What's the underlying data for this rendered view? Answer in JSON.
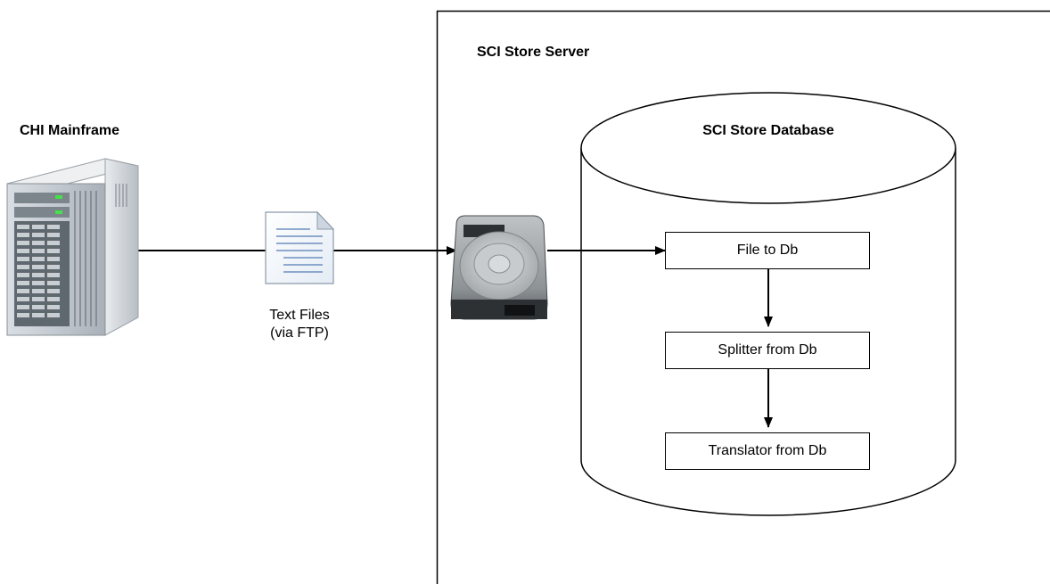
{
  "mainframe": {
    "label": "CHI Mainframe",
    "icon": "server-tower-icon"
  },
  "transfer": {
    "line1": "Text Files",
    "line2": "(via FTP)",
    "icon": "text-document-icon"
  },
  "server": {
    "label": "SCI Store Server",
    "drive_icon": "hard-drive-icon"
  },
  "database": {
    "label": "SCI Store Database",
    "steps": [
      "File to Db",
      "Splitter from Db",
      "Translator from Db"
    ]
  }
}
